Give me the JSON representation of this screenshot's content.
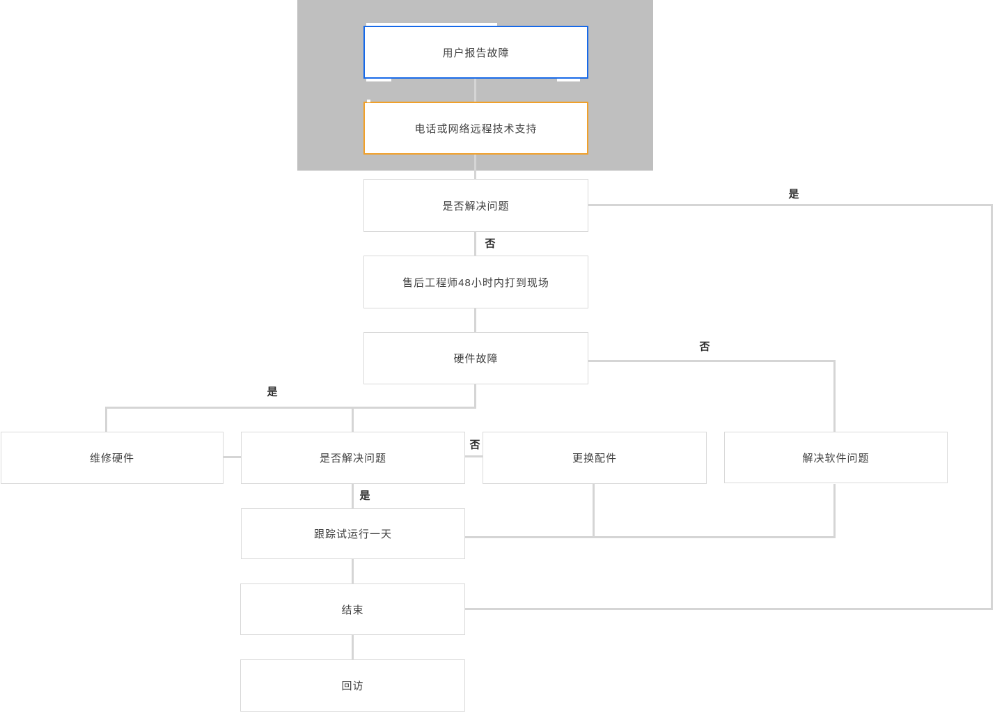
{
  "colors": {
    "canvas_bg": "#ffffff",
    "banner": "#bfbfbf",
    "box_border": "#d9d9d9",
    "connector": "#d5d5d5",
    "selected": "#1769e8",
    "highlight": "#f0a02a",
    "text": "#404040",
    "label_text": "#2b2b2b"
  },
  "nodes": {
    "user_report": {
      "label": "用户报告故障"
    },
    "remote_support": {
      "label": "电话或网络远程技术支持"
    },
    "solved_remote": {
      "label": "是否解决问题"
    },
    "engineer_onsite": {
      "label": "售后工程师48小时内打到现场"
    },
    "hardware_fault": {
      "label": "硬件故障"
    },
    "repair_hardware": {
      "label": "维修硬件"
    },
    "solved_onsite": {
      "label": "是否解决问题"
    },
    "replace_parts": {
      "label": "更换配件"
    },
    "solve_software": {
      "label": "解决软件问题"
    },
    "trial_run": {
      "label": "跟踪试运行一天"
    },
    "end": {
      "label": "结束"
    },
    "revisit": {
      "label": "回访"
    }
  },
  "edge_labels": {
    "yes_remote": "是",
    "no_remote": "否",
    "no_hardware": "否",
    "yes_hardware": "是",
    "no_onsite": "否",
    "yes_onsite": "是"
  }
}
